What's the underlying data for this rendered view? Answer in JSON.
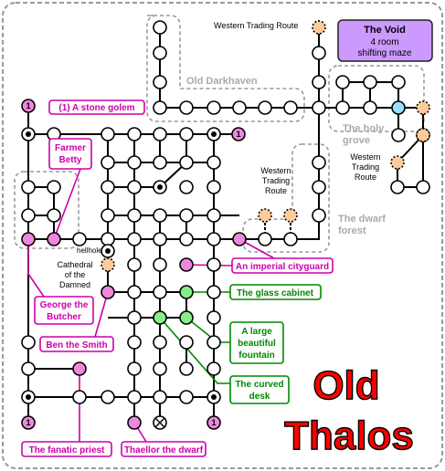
{
  "map": {
    "title_line1": "Old",
    "title_line2": "Thalos",
    "void_title": "The Void",
    "void_line1": "4 room",
    "void_line2": "shifting maze",
    "region_old_darkhaven": "Old Darkhaven",
    "region_holy_grove_1": "The holy",
    "region_holy_grove_2": "grove",
    "region_dwarf_forest_1": "The dwarf",
    "region_dwarf_forest_2": "forest",
    "exit_top": "Western Trading Route",
    "exit_mid_1": "Western",
    "exit_mid_2": "Trading",
    "exit_mid_3": "Route",
    "exit_right_1": "Western",
    "exit_right_2": "Trading",
    "exit_right_3": "Route",
    "hellhole": "hellhole",
    "cathedral_1": "Cathedral",
    "cathedral_2": "of the",
    "cathedral_3": "Damned",
    "room_marker": "1",
    "mob_stone_golem": "(1) A stone golem",
    "mob_farmer_1": "Farmer",
    "mob_farmer_2": "Betty",
    "mob_george_1": "George the",
    "mob_george_2": "Butcher",
    "mob_ben": "Ben the Smith",
    "mob_guard": "An imperial cityguard",
    "mob_priest": "The fanatic priest",
    "mob_thaellor": "Thaellor the dwarf",
    "obj_cabinet": "The glass cabinet",
    "obj_fountain_1": "A large",
    "obj_fountain_2": "beautiful",
    "obj_fountain_3": "fountain",
    "obj_desk_1": "The curved",
    "obj_desk_2": "desk"
  },
  "colors": {
    "border": "#999999",
    "room_fill": "#ffffff",
    "mob_fill": "#ee88dd",
    "mob_stroke": "#cc00aa",
    "object_fill": "#88ee88",
    "object_stroke": "#008800",
    "exit_fill": "#ffcc99",
    "void_fill": "#cc99ff",
    "holy_fill": "#99ddff",
    "title_red": "#ff0000",
    "region_grey": "#aaaaaa"
  }
}
